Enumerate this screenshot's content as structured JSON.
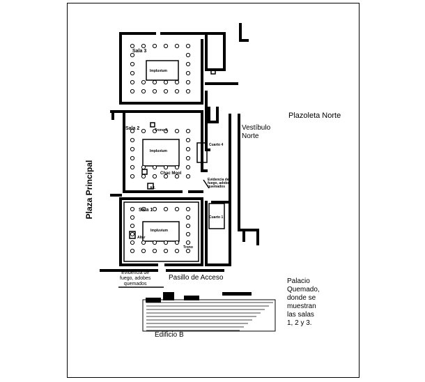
{
  "labels": {
    "plaza_principal": "Plaza Principal",
    "plazoleta_norte": "Plazoleta Norte",
    "vestibulo_norte": "Vestíbulo\nNorte",
    "sala1": "Sala 1",
    "sala2": "Sala 2",
    "sala3": "Sala 3",
    "impluvium1": "Impluvium",
    "impluvium2": "Impluvium",
    "impluvium3": "Impluvium",
    "cuarto1": "Cuarto 1",
    "cuarto4": "Cuarto 4",
    "chac_mool": "Chac Mool",
    "trono2": "Trono 2",
    "pasillo": "Pasillo de Acceso",
    "evidencia_left": "Evidencia de\nfuego, adobes\nquemados",
    "evidencia_right": "Evidencia de\nfuego, adobes\nquemados",
    "edificio_b": "Edificio B",
    "caption": "Palacio\nQuemado,\ndonde se\nmuestran\nlas salas\n1, 2 y 3.",
    "trono1": "Trono",
    "altar": "Altar",
    "atlantes": "Atl."
  },
  "colors": {
    "ink": "#000000",
    "paper": "#ffffff"
  }
}
